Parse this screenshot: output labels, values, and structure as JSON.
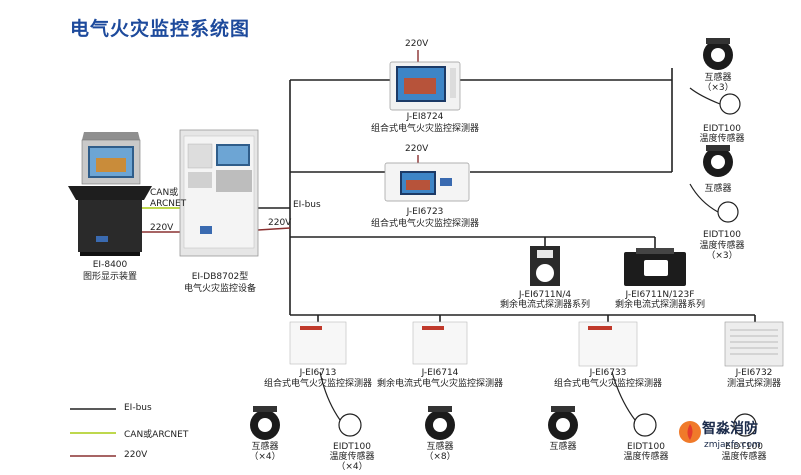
{
  "title": "电气火灾监控系统图",
  "power_label": "220V",
  "bus_label": "EI-bus",
  "can_label": "CAN或\nARCNET",
  "devices": {
    "ei8400": {
      "model": "EI-8400",
      "name": "图形显示装置"
    },
    "db8702": {
      "model": "EI-DB8702型",
      "name": "电气火灾监控设备"
    },
    "ei8724": {
      "model": "J-EI8724",
      "name": "组合式电气火灾监控探测器"
    },
    "ei6723": {
      "model": "J-EI6723",
      "name": "组合式电气火灾监控探测器"
    },
    "ei6711n4": {
      "model": "J-EI6711N/4",
      "name": "剩余电流式探测器系列"
    },
    "ei6711n123f": {
      "model": "J-EI6711N/123F",
      "name": "剩余电流式探测器系列"
    },
    "ei6713": {
      "model": "J-EI6713",
      "name": "组合式电气火灾监控探测器"
    },
    "ei6714": {
      "model": "J-EI6714",
      "name": "剩余电流式电气火灾监控探测器"
    },
    "ei6733": {
      "model": "J-EI6733",
      "name": "组合式电气火灾监控探测器"
    },
    "ei6732": {
      "model": "J-EI6732",
      "name": "测温式探测器"
    }
  },
  "sensors": {
    "ct": "互感器",
    "temp_model": "EIDT100",
    "temp_name": "温度传感器",
    "x3": "（×3）",
    "x4": "（×4）",
    "x8": "（×8）"
  },
  "legend": [
    {
      "label": "EI-bus",
      "color": "#222222"
    },
    {
      "label": "CAN或ARCNET",
      "color": "#b5d334"
    },
    {
      "label": "220V",
      "color": "#8a3030"
    }
  ],
  "watermark": {
    "name": "智淼消防",
    "url": "zmjaxfs.com"
  },
  "colors": {
    "title": "#1d4a9c",
    "bus": "#222222",
    "can": "#b5d334",
    "power": "#8a3030"
  }
}
